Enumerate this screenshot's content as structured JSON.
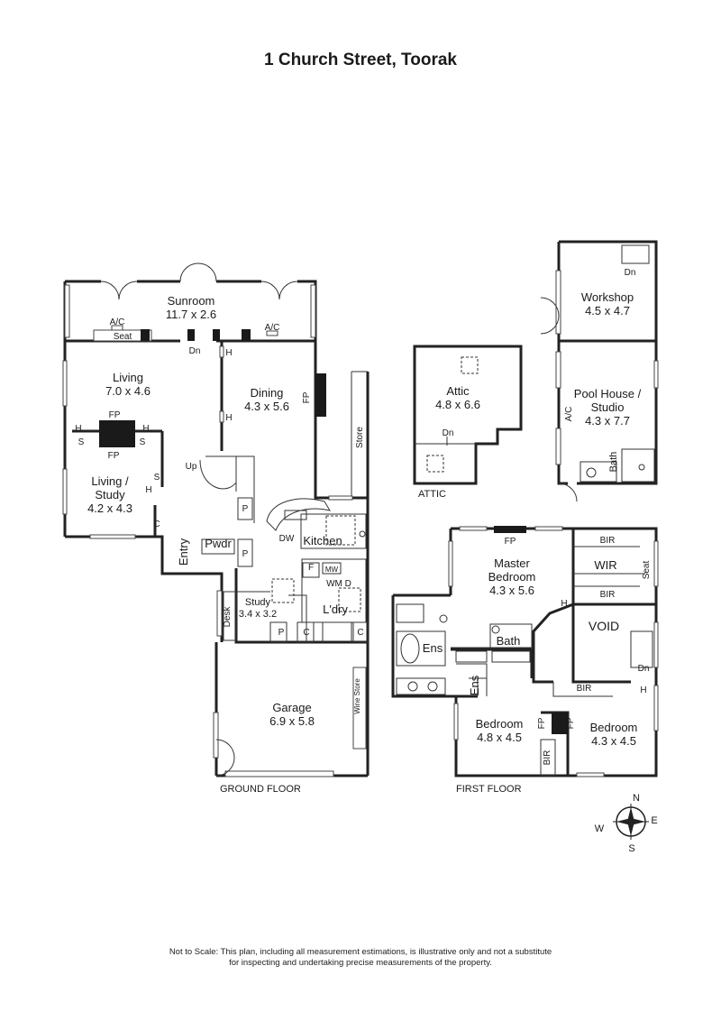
{
  "title": "1 Church Street, Toorak",
  "floors": {
    "ground": "GROUND FLOOR",
    "attic": "ATTIC",
    "first": "FIRST FLOOR"
  },
  "rooms": {
    "sunroom": {
      "name": "Sunroom",
      "size": "11.7 x 2.6"
    },
    "living": {
      "name": "Living",
      "size": "7.0 x 4.6"
    },
    "dining": {
      "name": "Dining",
      "size": "4.3 x 5.6"
    },
    "living_study": {
      "name1": "Living /",
      "name2": "Study",
      "size": "4.2 x 4.3"
    },
    "kitchen": {
      "name": "Kitchen"
    },
    "study": {
      "name": "Study",
      "size": "3.4 x 3.2"
    },
    "laundry": {
      "name": "L'dry"
    },
    "powder": {
      "name": "Pwdr"
    },
    "entry": {
      "name": "Entry"
    },
    "garage": {
      "name": "Garage",
      "size": "6.9 x 5.8"
    },
    "attic": {
      "name": "Attic",
      "size": "4.8 x 6.6"
    },
    "workshop": {
      "name": "Workshop",
      "size": "4.5 x 4.7"
    },
    "pool_house": {
      "name1": "Pool House /",
      "name2": "Studio",
      "size": "4.3 x 7.7"
    },
    "master": {
      "name1": "Master",
      "name2": "Bedroom",
      "size": "4.3 x 5.6"
    },
    "bedroom2": {
      "name": "Bedroom",
      "size": "4.8 x 4.5"
    },
    "bedroom3": {
      "name": "Bedroom",
      "size": "4.3 x 4.5"
    },
    "void": {
      "name": "VOID"
    },
    "ens1": {
      "name": "Ens"
    },
    "ens2": {
      "name": "Ens"
    },
    "bath": {
      "name": "Bath"
    },
    "wir": {
      "name": "WIR"
    }
  },
  "small_labels": {
    "ac": "A/C",
    "seat": "Seat",
    "dn": "Dn",
    "up": "Up",
    "h": "H",
    "fp": "FP",
    "s": "S",
    "c": "C",
    "p": "P",
    "f": "F",
    "mw": "MW",
    "wmd": "WM D",
    "dw": "DW",
    "store": "Store",
    "desk": "Desk",
    "wine_store": "Wine Store",
    "bir": "BIR",
    "bath": "Bath"
  },
  "compass": {
    "n": "N",
    "s": "S",
    "e": "E",
    "w": "W"
  },
  "disclaimer": {
    "line1": "Not to Scale: This plan, including all measurement estimations, is illustrative only and not a substitute",
    "line2": "for inspecting and undertaking precise measurements of the property."
  }
}
